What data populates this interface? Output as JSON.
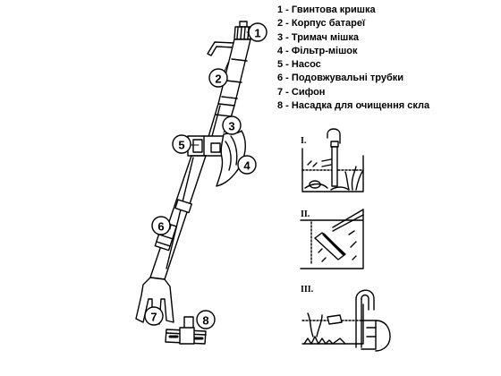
{
  "legend": [
    {
      "num": "1",
      "label": "Гвинтова кришка"
    },
    {
      "num": "2",
      "label": "Корпус батареї"
    },
    {
      "num": "3",
      "label": "Тримач мішка"
    },
    {
      "num": "4",
      "label": "Фільтр-мішок"
    },
    {
      "num": "5",
      "label": "Насос"
    },
    {
      "num": "6",
      "label": "Подовжувальні трубки"
    },
    {
      "num": "7",
      "label": "Сифон"
    },
    {
      "num": "8",
      "label": "Насадка для очищення скла"
    }
  ],
  "callouts": [
    "1",
    "2",
    "3",
    "4",
    "5",
    "6",
    "7",
    "8"
  ],
  "steps": [
    "I.",
    "II.",
    "III."
  ]
}
